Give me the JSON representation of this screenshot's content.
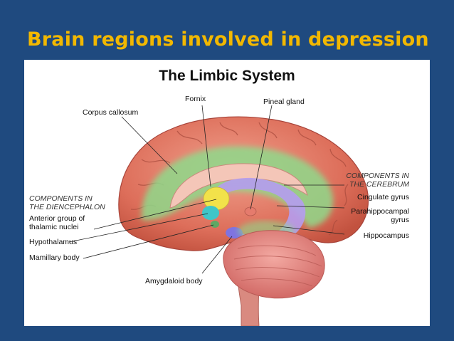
{
  "slide": {
    "title": "Brain regions involved in depression"
  },
  "diagram": {
    "title": "The Limbic System",
    "sections": {
      "diencephalon": [
        "COMPONENTS IN",
        "THE DIENCEPHALON"
      ],
      "cerebrum": [
        "COMPONENTS IN",
        "THE CEREBRUM"
      ]
    },
    "labels": {
      "fornix": "Fornix",
      "pineal_gland": "Pineal gland",
      "corpus_callosum": "Corpus callosum",
      "cingulate_gyrus": "Cingulate gyrus",
      "parahippocampal_gyrus": [
        "Parahippocampal",
        "gyrus"
      ],
      "hippocampus": "Hippocampus",
      "anterior_thalamic": [
        "Anterior group of",
        "thalamic nuclei"
      ],
      "hypothalamus": "Hypothalamus",
      "mamillary_body": "Mamillary body",
      "amygdaloid_body": "Amygdaloid body"
    },
    "colors": {
      "cortex": "#e07a66",
      "cingulate_gyrus": "#8fd98a",
      "fornix_hippocampus": "#b59cf0",
      "thalamic_nuclei": "#f2e24a",
      "hypothalamus": "#3fc6c8",
      "cerebellum": "#e48a86",
      "slide_title": "#f2b800",
      "background": "#1f4a7f"
    }
  }
}
